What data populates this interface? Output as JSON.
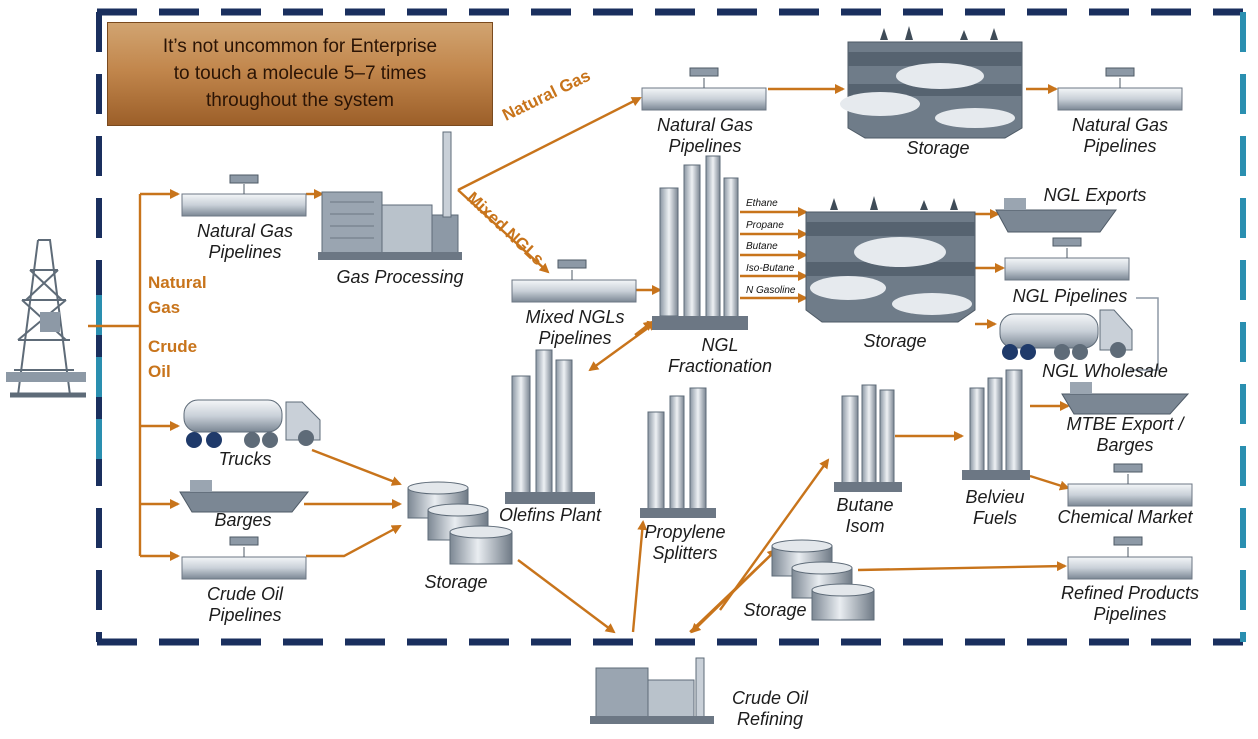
{
  "callout": {
    "line1": "It’s not uncommon for Enterprise",
    "line2": "to touch a molecule 5–7 times",
    "line3": "throughout the system"
  },
  "flow_labels": {
    "natural_gas_top": "Natural Gas",
    "mixed_ngls": "Mixed NGLs",
    "natural_left_1": "Natural",
    "natural_left_2": "Gas",
    "crude_left_1": "Crude",
    "crude_left_2": "Oil"
  },
  "products": [
    "Ethane",
    "Propane",
    "Butane",
    "Iso-Butane",
    "N Gasoline"
  ],
  "nodes": {
    "ng_pipelines_left": [
      "Natural Gas",
      "Pipelines"
    ],
    "gas_processing": "Gas Processing",
    "ng_pipelines_mid": [
      "Natural Gas",
      "Pipelines"
    ],
    "storage_top": "Storage",
    "ng_pipelines_right": [
      "Natural Gas",
      "Pipelines"
    ],
    "mixed_ngls_pipelines": [
      "Mixed NGLs",
      "Pipelines"
    ],
    "ngl_fractionation": [
      "NGL",
      "Fractionation"
    ],
    "storage_mid": "Storage",
    "ngl_exports": "NGL Exports",
    "ngl_pipelines": "NGL Pipelines",
    "ngl_wholesale": "NGL Wholesale",
    "trucks": "Trucks",
    "barges": "Barges",
    "crude_oil_pipelines": [
      "Crude Oil",
      "Pipelines"
    ],
    "storage_crude": "Storage",
    "olefins_plant": "Olefins Plant",
    "propylene_splitters": [
      "Propylene",
      "Splitters"
    ],
    "butane_isom": [
      "Butane",
      "Isom"
    ],
    "belvieu_fuels": [
      "Belvieu",
      "Fuels"
    ],
    "mtbe_export": [
      "MTBE Export /",
      "Barges"
    ],
    "chemical_market": "Chemical Market",
    "storage_refined": "Storage",
    "refined_products_pipelines": [
      "Refined Products",
      "Pipelines"
    ],
    "crude_oil_refining": [
      "Crude Oil",
      "Refining"
    ]
  },
  "colors": {
    "arrow": "#c8741b",
    "border_navy": "#1a2f5e",
    "border_teal": "#2a8fb0",
    "steel": "#8d99a6"
  }
}
